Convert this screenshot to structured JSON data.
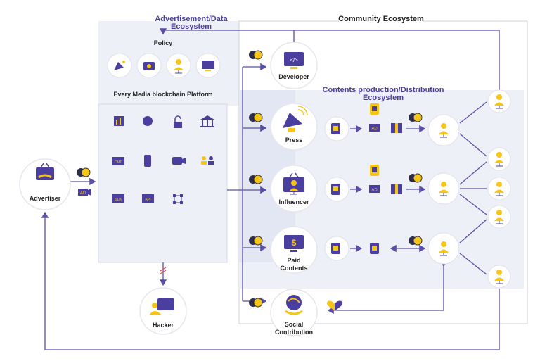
{
  "titles": {
    "ad_data_ecosystem_line1": "Advertisement/Data",
    "ad_data_ecosystem_line2": "Ecosystem",
    "community_ecosystem": "Community Ecosystem",
    "contents_ecosystem_line1": "Contents production/Distribution",
    "contents_ecosystem_line2": "Ecosystem",
    "policy": "Policy",
    "platform": "Every Media blockchain Platform"
  },
  "nodes": {
    "advertiser": "Advertiser",
    "developer": "Developer",
    "press": "Press",
    "influencer": "Influencer",
    "paid_contents_line1": "Paid",
    "paid_contents_line2": "Contents",
    "social_line1": "Social",
    "social_line2": "Contribution",
    "hacker": "Hacker"
  },
  "badges": {
    "ad": "AD",
    "coin": "$"
  },
  "platform_tiles": {
    "code": "CMD",
    "sdk": "SDK",
    "api": "API"
  },
  "colors": {
    "accent": "#4a3f9f",
    "yellow": "#f5c518",
    "panel": "#eef0f8",
    "line": "#5a4fa8"
  }
}
